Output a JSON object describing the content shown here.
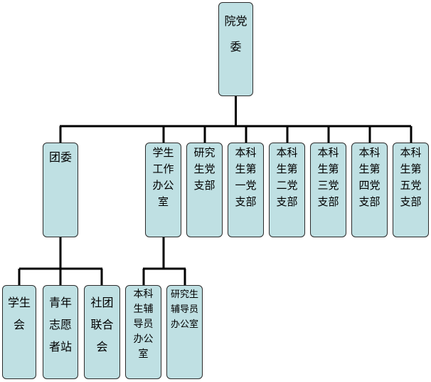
{
  "nodes": {
    "party_committee": "院党\n委",
    "youth_league": "团委",
    "student_work_office": "学生\n工作\n办公\n室",
    "graduate_branch": "研究\n生党\n支部",
    "ug_branch_1": "本科\n生第\n一党\n支部",
    "ug_branch_2": "本科\n生第\n二党\n支部",
    "ug_branch_3": "本科\n生第\n三党\n支部",
    "ug_branch_4": "本科\n生第\n四党\n支部",
    "ug_branch_5": "本科\n生第\n五党\n支部",
    "student_union": "学生\n会",
    "youth_volunteer_station": "青年\n志愿\n者站",
    "club_federation": "社团\n联合\n会",
    "ug_counselor_office": "本科\n生辅\n导员\n办公\n室",
    "grad_counselor_office": "研究生\n辅导员\n办公室"
  },
  "colors": {
    "box_fill": "#bfe0e3",
    "box_border": "#2b2b2b",
    "connector": "#000000"
  }
}
